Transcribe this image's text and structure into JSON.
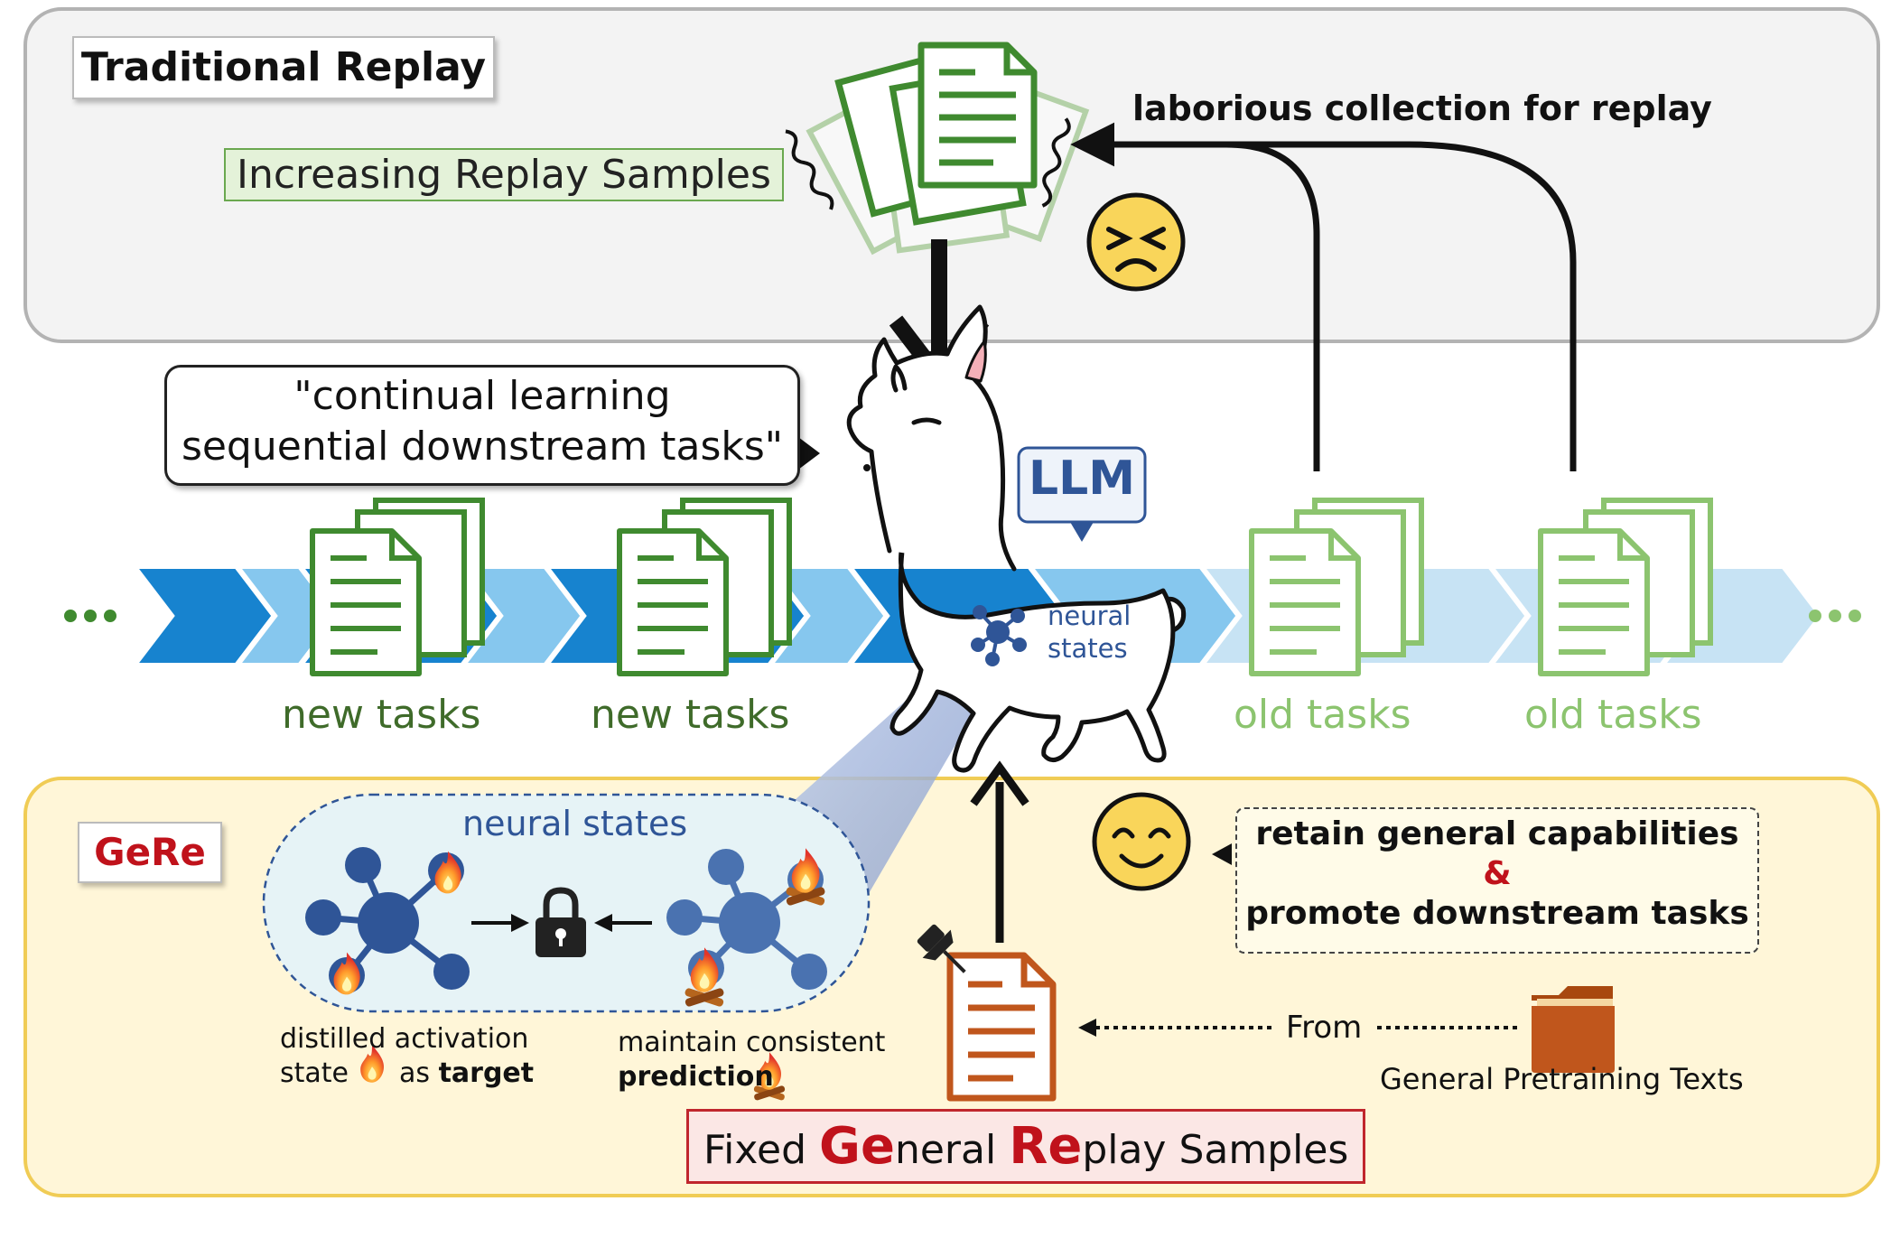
{
  "top_panel": {
    "title": "Traditional Replay",
    "samples_label": "Increasing Replay Samples",
    "collection_note": "laborious collection for replay"
  },
  "speech": {
    "line1": "\"continual learning",
    "line2": "sequential downstream tasks\""
  },
  "llm_badge": "LLM",
  "llama_states": {
    "line1": "neural",
    "line2": "states"
  },
  "timeline": {
    "ellipsis": "•••",
    "tasks": [
      {
        "label": "new tasks",
        "kind": "new"
      },
      {
        "label": "new tasks",
        "kind": "new"
      },
      {
        "label": "old tasks",
        "kind": "old"
      },
      {
        "label": "old tasks",
        "kind": "old"
      }
    ]
  },
  "bottom_panel": {
    "title": "GeRe",
    "neural_states_title": "neural states",
    "left_caption_1": "distilled activation",
    "left_caption_2a": "state",
    "left_caption_2b": "as",
    "left_caption_2c": "target",
    "right_caption_1": "maintain consistent",
    "right_caption_2": "prediction",
    "retain_line1": "retain general capabilities",
    "retain_amp": "&",
    "retain_line2": "promote downstream tasks",
    "from_label": "From",
    "source_label": "General Pretraining Texts",
    "fixed": {
      "p1": "Fixed ",
      "g": "Ge",
      "p2": "neral ",
      "r": "Re",
      "p3": "play Samples"
    }
  },
  "colors": {
    "arrow_dark": "#1783cf",
    "arrow_light": "#86c7ee",
    "arrow_faded": "#c7e3f4",
    "doc_green": "#3f8a2f",
    "doc_green_faded": "#8cc46f",
    "doc_orange": "#c0561c",
    "node_blue": "#2f5597",
    "node_blue_light": "#4a72b0",
    "gere_red": "#c0121b"
  }
}
